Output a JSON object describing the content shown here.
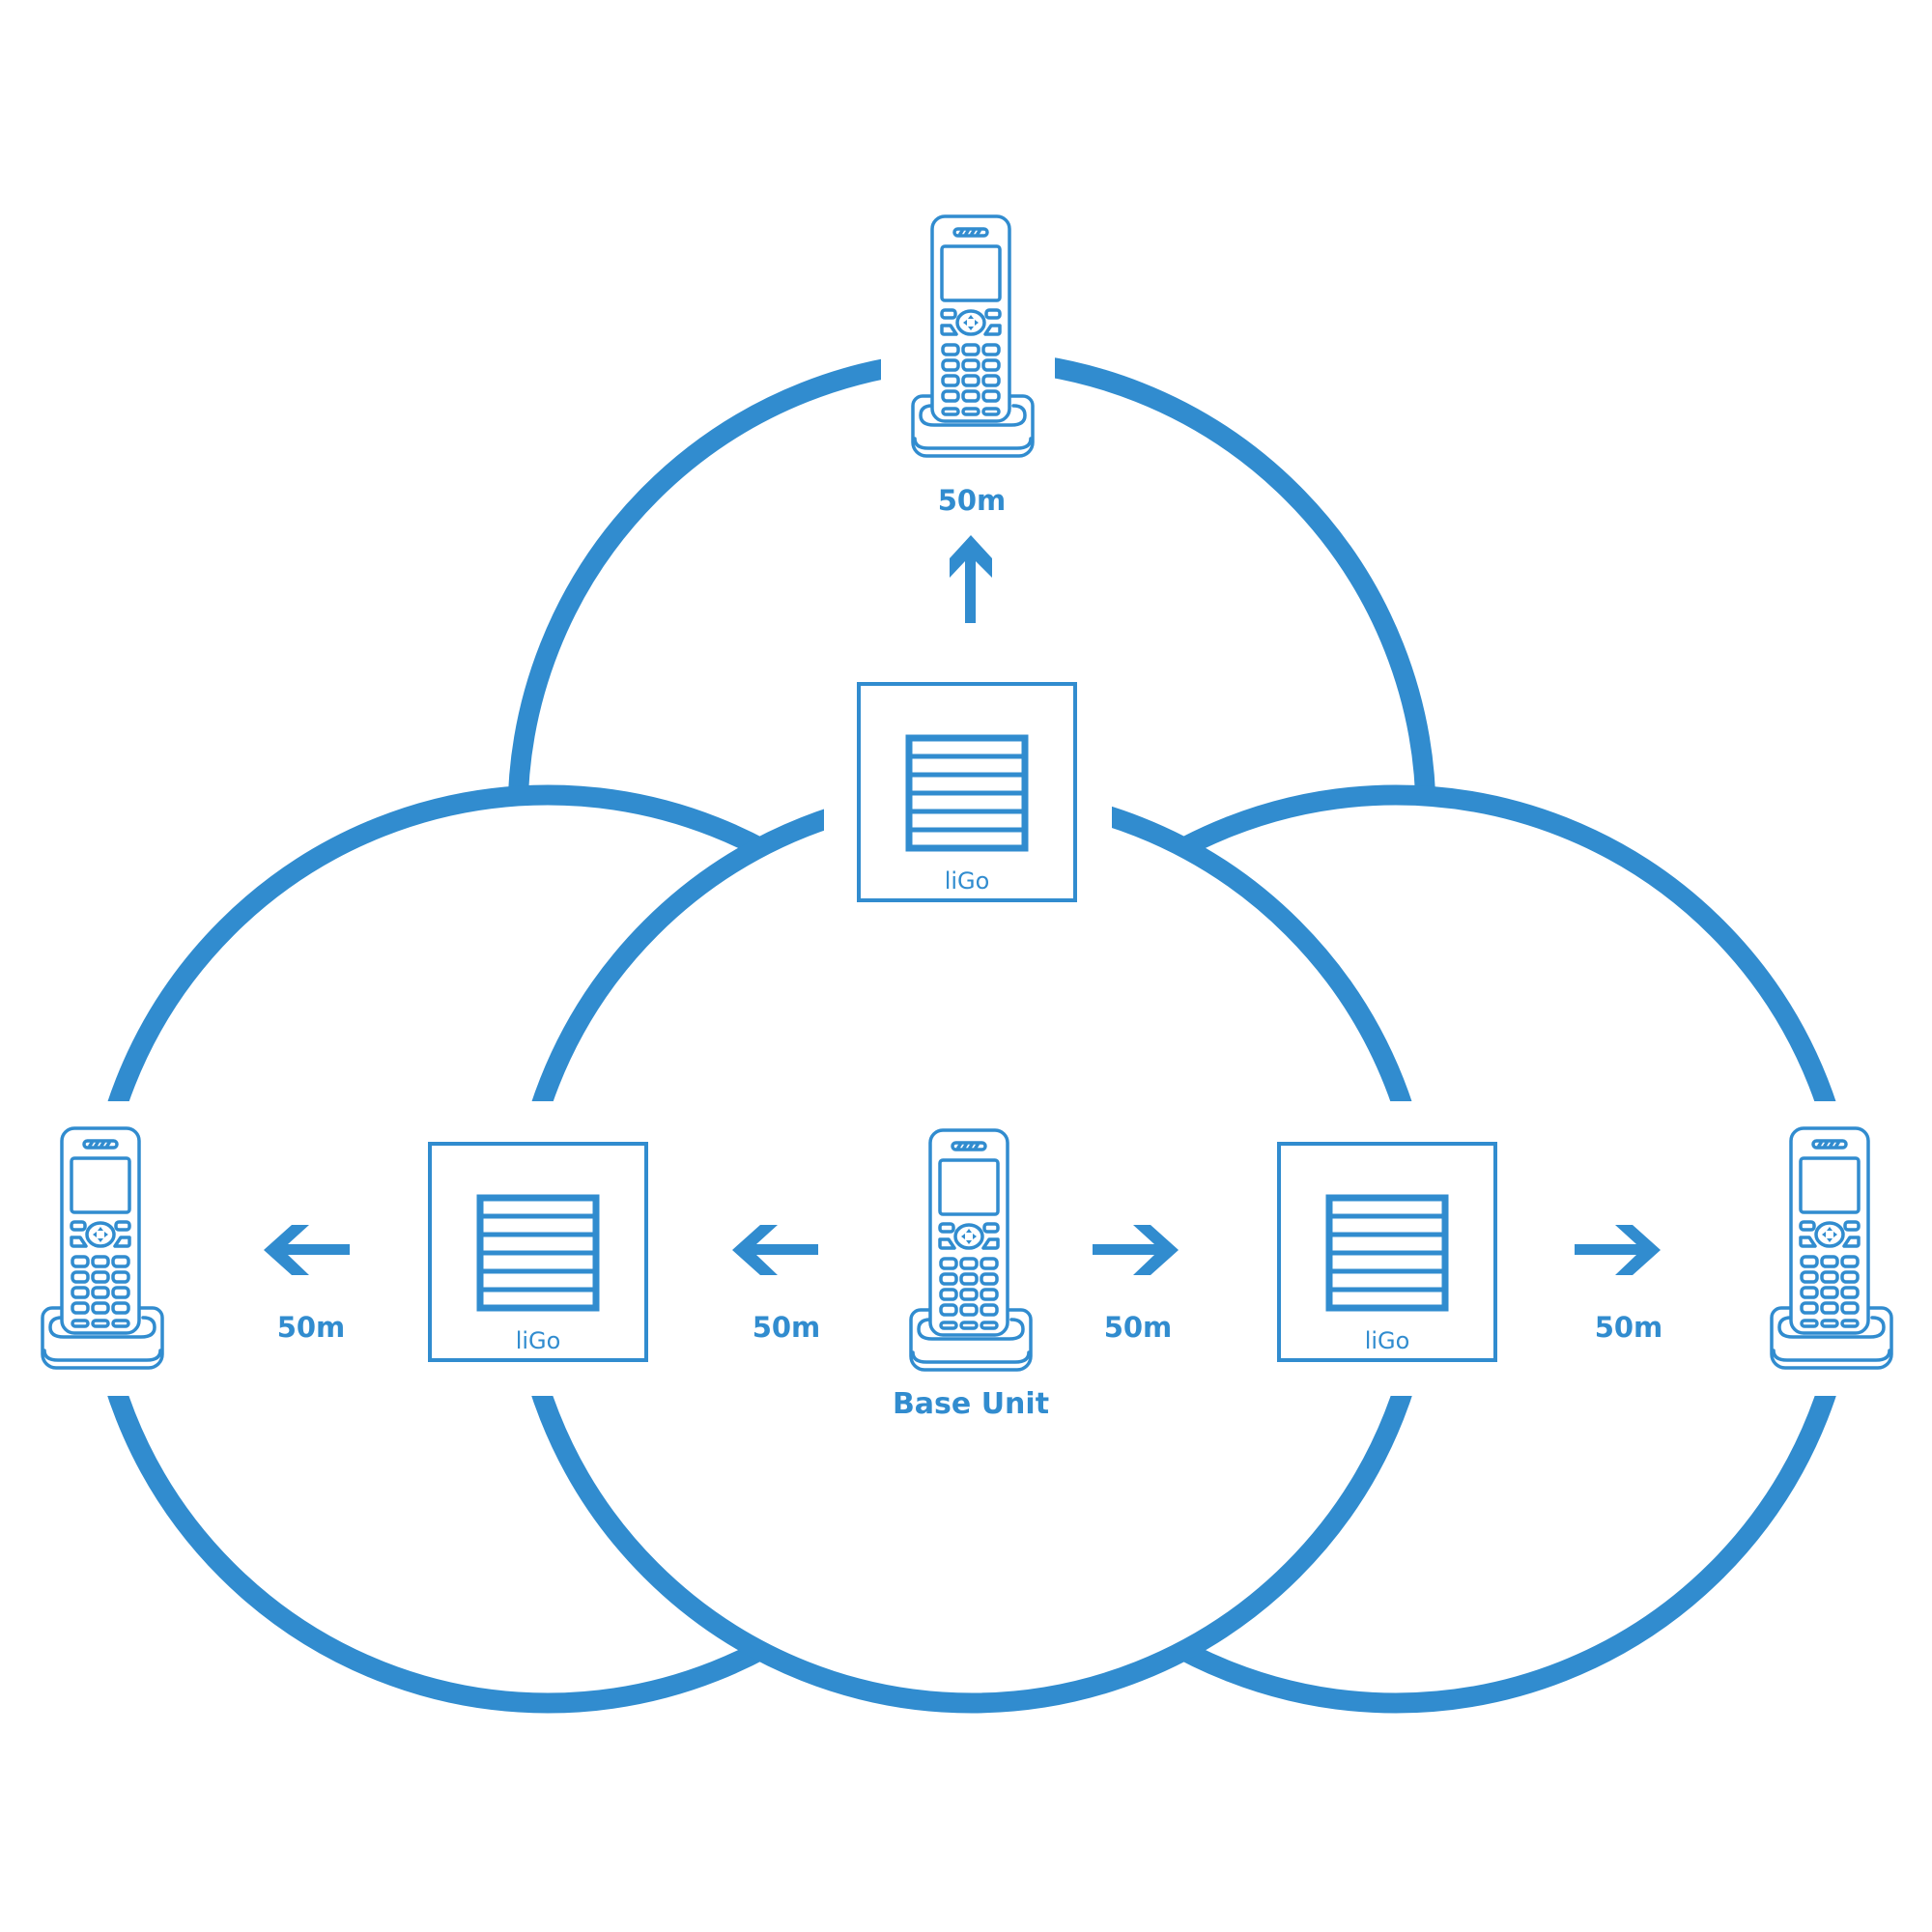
{
  "diagram": {
    "title": "liGo repeater range extension",
    "accent_color": "#318ccf",
    "base_unit": {
      "label": "Base Unit",
      "icon": "cordless-phone-icon"
    },
    "repeaters": [
      {
        "id": "top",
        "label": "liGo",
        "icon": "repeater-icon"
      },
      {
        "id": "left",
        "label": "liGo",
        "icon": "repeater-icon"
      },
      {
        "id": "right",
        "label": "liGo",
        "icon": "repeater-icon"
      }
    ],
    "handsets": [
      {
        "id": "top",
        "icon": "cordless-phone-icon"
      },
      {
        "id": "left",
        "icon": "cordless-phone-icon"
      },
      {
        "id": "right",
        "icon": "cordless-phone-icon"
      }
    ],
    "ranges": [
      {
        "id": "up",
        "direction": "up",
        "label": "50m"
      },
      {
        "id": "base-left",
        "direction": "left",
        "label": "50m"
      },
      {
        "id": "base-right",
        "direction": "right",
        "label": "50m"
      },
      {
        "id": "far-left",
        "direction": "left",
        "label": "50m"
      },
      {
        "id": "far-right",
        "direction": "right",
        "label": "50m"
      }
    ],
    "coverage_zones": [
      "top",
      "left",
      "right",
      "center"
    ]
  }
}
